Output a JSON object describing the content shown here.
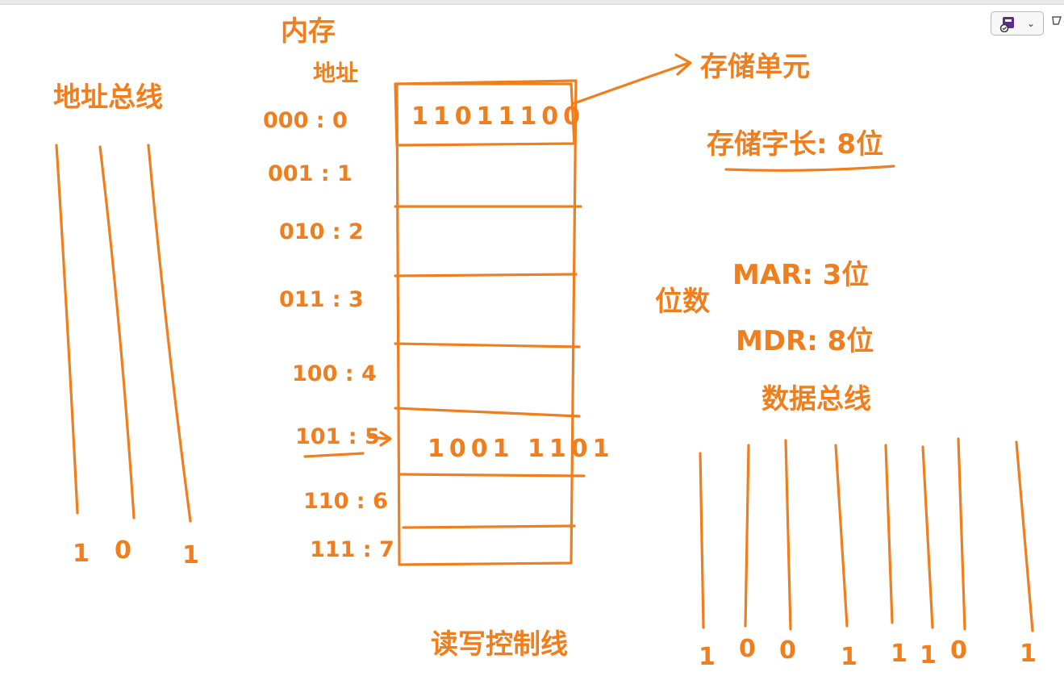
{
  "toolbar": {
    "menu_icon": "ink-tools-icon",
    "chevron_icon": "chevron-down-icon",
    "edge_icon": "partial-icon"
  },
  "labels": {
    "memory": "内存",
    "address": "地址",
    "address_bus": "地址总线",
    "storage_unit": "存储单元",
    "word_length": "存储字长: 8位",
    "bit_count": "位数",
    "mar": "MAR: 3位",
    "mdr": "MDR: 8位",
    "data_bus": "数据总线",
    "rw_control": "读写控制线"
  },
  "memory_rows": [
    {
      "address": "000 : 0",
      "content": "11011100"
    },
    {
      "address": "001 : 1",
      "content": ""
    },
    {
      "address": "010 : 2",
      "content": ""
    },
    {
      "address": "011 : 3",
      "content": ""
    },
    {
      "address": "100 : 4",
      "content": ""
    },
    {
      "address": "101 : 5",
      "content": "1001 1101"
    },
    {
      "address": "110 : 6",
      "content": ""
    },
    {
      "address": "111 : 7",
      "content": ""
    }
  ],
  "address_bus_bits": [
    "1",
    "0",
    "1"
  ],
  "data_bus_bits": [
    "1",
    "0",
    "0",
    "1",
    "1",
    "1",
    "0",
    "1"
  ],
  "colors": {
    "ink": "#f07e1c",
    "background": "#ffffff"
  }
}
